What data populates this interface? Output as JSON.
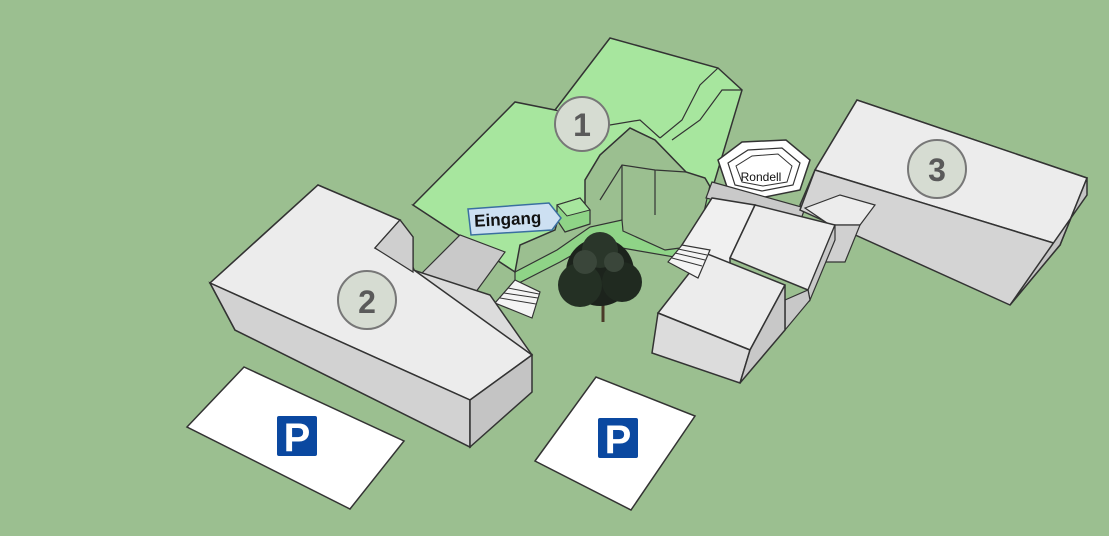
{
  "map": {
    "background_color": "#9bbf90",
    "building_green": "#a7e69e",
    "building_grey": "#ececec",
    "marker_fill": "#d6dcd2",
    "parking_sign_color": "#0a48a0"
  },
  "buildings": [
    {
      "number": "1"
    },
    {
      "number": "2"
    },
    {
      "number": "3"
    }
  ],
  "labels": {
    "entrance": "Eingang",
    "roundabout": "Rondell"
  },
  "parking": [
    {
      "symbol": "P"
    },
    {
      "symbol": "P"
    }
  ]
}
